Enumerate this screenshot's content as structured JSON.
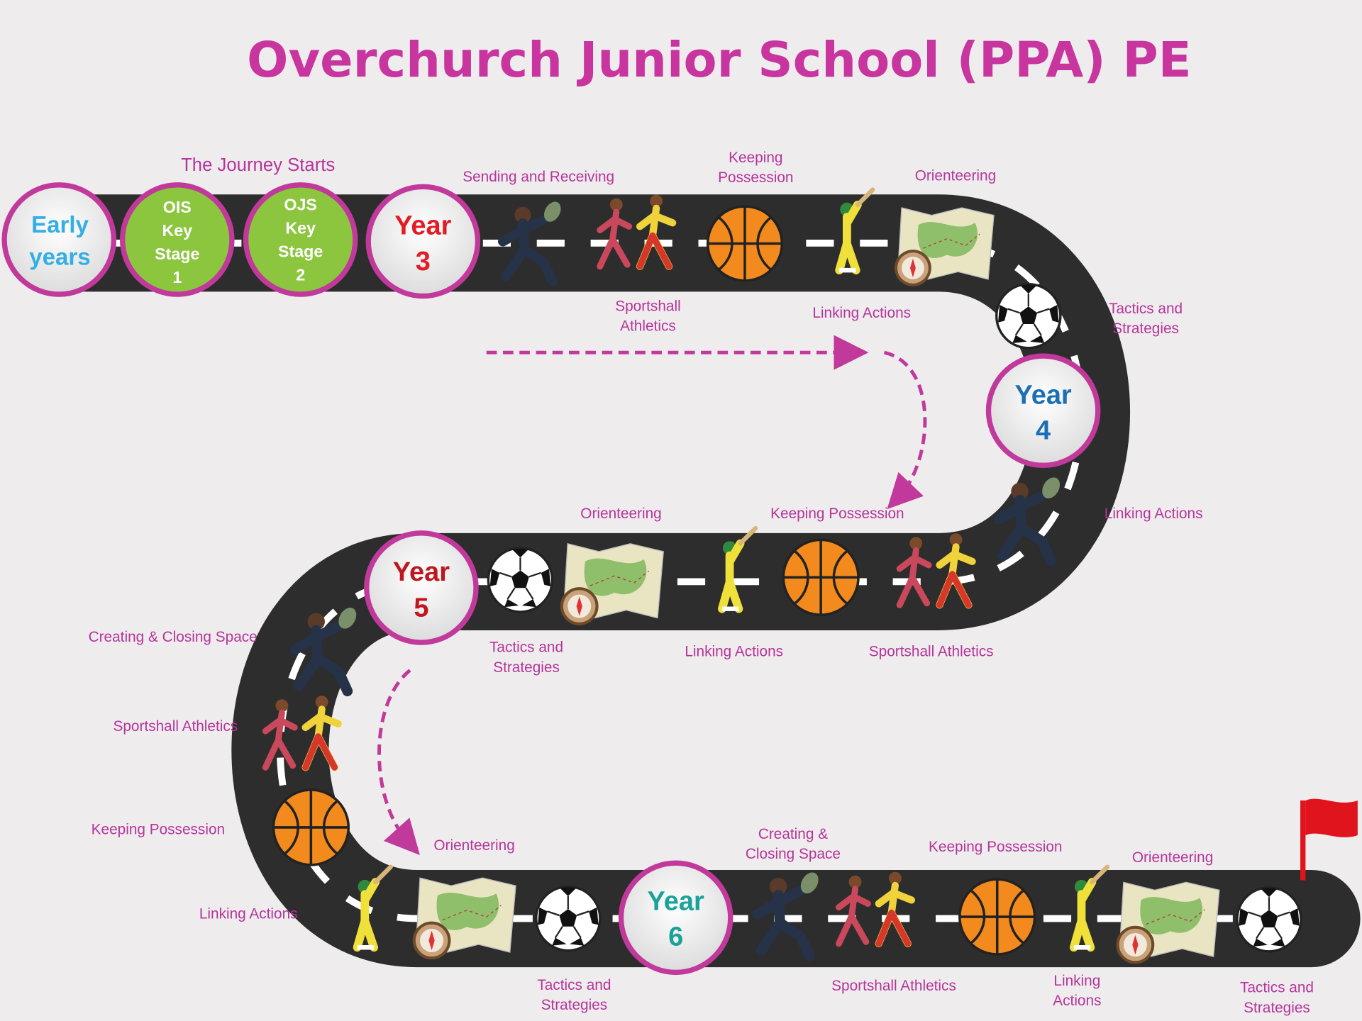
{
  "title": "Overchurch Junior School (PPA) PE",
  "journey_start": "The Journey Starts",
  "colors": {
    "accent": "#c0399b",
    "road": "#2d2d2d",
    "green": "#8cc63f",
    "year3": "#e31b23",
    "year4": "#1a6fb5",
    "year5": "#c0161e",
    "year6": "#1aa29a",
    "early": "#35aee3"
  },
  "stages": {
    "early": [
      "Early",
      "years"
    ],
    "ks1": [
      "OIS",
      "Key",
      "Stage",
      "1"
    ],
    "ks2": [
      "OJS",
      "Key",
      "Stage",
      "2"
    ],
    "y3": [
      "Year",
      "3"
    ],
    "y4": [
      "Year",
      "4"
    ],
    "y5": [
      "Year",
      "5"
    ],
    "y6": [
      "Year",
      "6"
    ]
  },
  "labels": {
    "y3": {
      "sending": "Sending and Receiving",
      "keeping": [
        "Keeping",
        "Possession"
      ],
      "orienteering": "Orienteering",
      "sportshall": [
        "Sportshall",
        "Athletics"
      ],
      "linking": "Linking Actions",
      "tactics": [
        "Tactics and",
        "Strategies"
      ]
    },
    "y4": {
      "linking_right": "Linking Actions",
      "orienteering": "Orienteering",
      "keeping": "Keeping Possession",
      "tactics": [
        "Tactics and",
        "Strategies"
      ],
      "linking": "Linking Actions",
      "sportshall": "Sportshall Athletics"
    },
    "y5": {
      "creating": "Creating & Closing Space",
      "sportshall": "Sportshall Athletics",
      "keeping": "Keeping Possession",
      "linking": "Linking Actions"
    },
    "y6": {
      "orienteering": "Orienteering",
      "creating": [
        "Creating &",
        "Closing Space"
      ],
      "keeping": "Keeping Possession",
      "orienteering2": "Orienteering",
      "tactics": [
        "Tactics and",
        "Strategies"
      ],
      "sportshall": "Sportshall Athletics",
      "linking": [
        "Linking",
        "Actions"
      ],
      "tactics2": [
        "Tactics and",
        "Strategies"
      ]
    }
  }
}
